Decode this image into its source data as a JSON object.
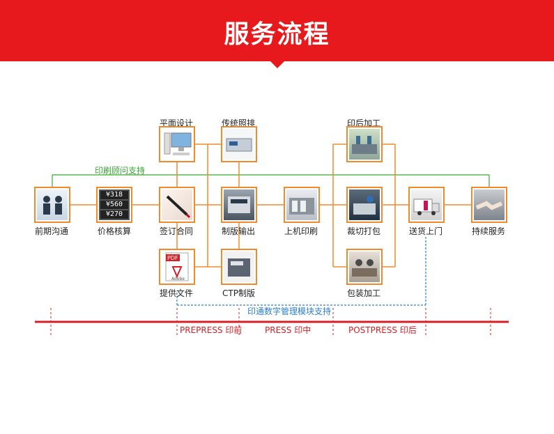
{
  "header": {
    "title": "服务流程"
  },
  "annotations": {
    "consultant_support": "印刷顾问支持",
    "digital_support": "印通数字管理模块支持"
  },
  "phases": {
    "prepress": "PREPRESS 印前",
    "press": "PRESS 印中",
    "postpress": "POSTPRESS 印后"
  },
  "nodes": {
    "early_communication": "前期沟通",
    "price_check": "价格核算",
    "sign_contract": "签订合同",
    "provide_file": "提供文件",
    "graphic_design": "平面设计",
    "traditional_typesetting": "传统照排",
    "plate_output": "制版输出",
    "ctp_plate": "CTP制版",
    "machine_printing": "上机印刷",
    "post_processing": "印后加工",
    "cut_package": "裁切打包",
    "packaging_processing": "包装加工",
    "delivery": "送货上门",
    "continuous_service": "持续服务"
  },
  "price_display": [
    "¥318",
    "¥560",
    "¥270"
  ],
  "pdf_icon": {
    "tag": "PDF",
    "brand": "Adobe"
  },
  "colors": {
    "brand_red": "#e8191c",
    "node_border": "#f08a2c",
    "connector": "#f08a2c",
    "support_green": "#3aa735",
    "support_blue": "#2a7fd4",
    "timeline_red": "#d42027"
  }
}
